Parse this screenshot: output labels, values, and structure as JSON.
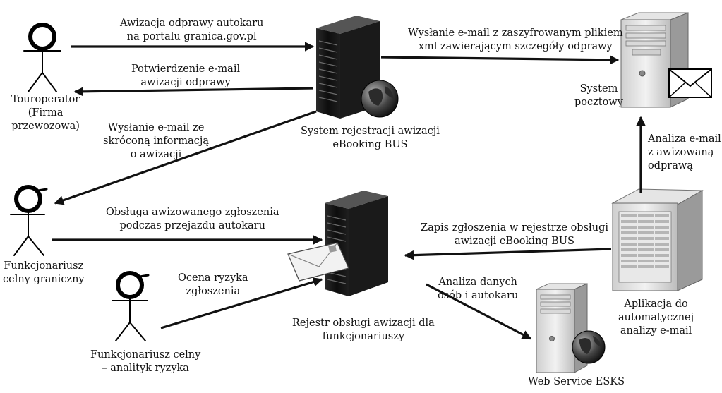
{
  "actors": {
    "touroperator": {
      "lines": [
        "Touroperator",
        "(Firma",
        "przewozowa)"
      ]
    },
    "border_officer": {
      "lines": [
        "Funkcjonariusz",
        "celny graniczny"
      ]
    },
    "risk_analyst": {
      "lines": [
        "Funkcjonariusz celny",
        "– analityk ryzyka"
      ]
    }
  },
  "systems": {
    "registration": {
      "lines": [
        "System rejestracji awizacji",
        "eBooking BUS"
      ]
    },
    "mail": {
      "lines": [
        "System",
        "pocztowy"
      ]
    },
    "register": {
      "lines": [
        "Rejestr obsługi awizacji dla",
        "funkcjonariuszy"
      ]
    },
    "auto_analysis": {
      "lines": [
        "Aplikacja do",
        "automatycznej",
        "analizy e-mail"
      ]
    },
    "esks": {
      "lines": [
        "Web Service ESKS"
      ]
    }
  },
  "flows": {
    "awizacja": {
      "lines": [
        "Awizacja odprawy autokaru",
        "na portalu granica.gov.pl"
      ]
    },
    "potwierdzenie": {
      "lines": [
        "Potwierdzenie e-mail",
        "awizacji odprawy"
      ]
    },
    "wyslanie_xml": {
      "lines": [
        "Wysłanie e-mail z zaszyfrowanym plikiem",
        "xml zawierającym szczegóły odprawy"
      ]
    },
    "skrocona": {
      "lines": [
        "Wysłanie e-mail ze",
        "skróconą informacją",
        "o awizacji"
      ]
    },
    "analiza_email": {
      "lines": [
        "Analiza e-mail",
        "z awizowaną",
        "odprawą"
      ]
    },
    "obsluga": {
      "lines": [
        "Obsługa awizowanego zgłoszenia",
        "podczas przejazdu autokaru"
      ]
    },
    "zapis": {
      "lines": [
        "Zapis zgłoszenia w rejestrze obsługi",
        "awizacji eBooking BUS"
      ]
    },
    "ocena": {
      "lines": [
        "Ocena ryzyka",
        "zgłoszenia"
      ]
    },
    "analiza_danych": {
      "lines": [
        "Analiza danych",
        "osób i autokaru"
      ]
    }
  }
}
